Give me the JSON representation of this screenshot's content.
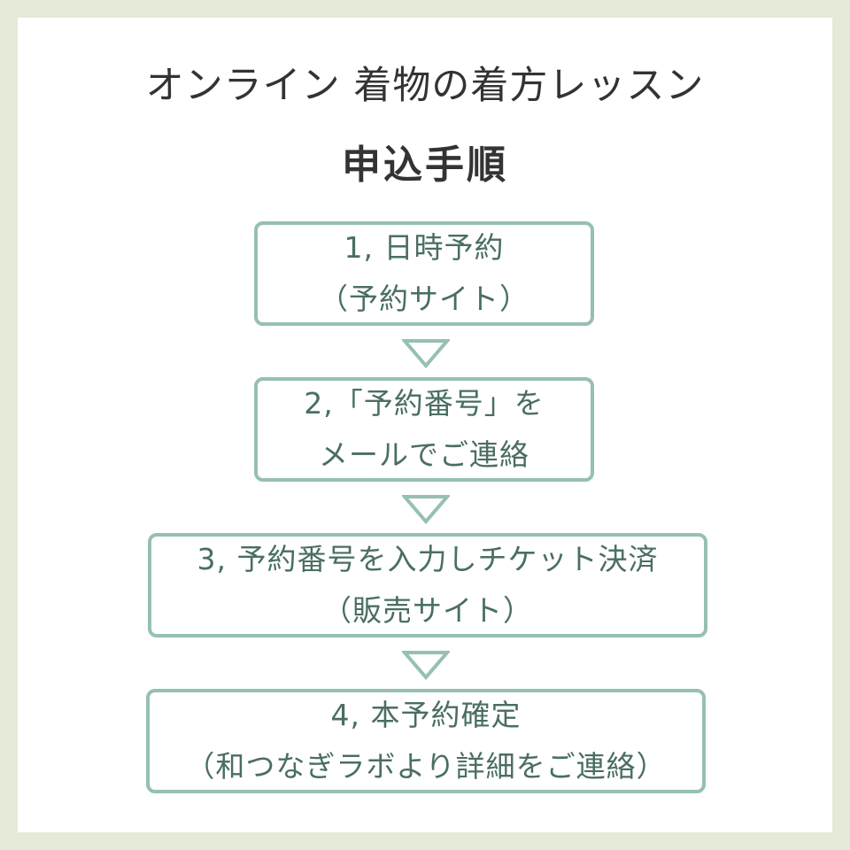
{
  "title": {
    "line1": "オンライン 着物の着方レッスン",
    "line2": "申込手順"
  },
  "steps": [
    {
      "line1": "1, 日時予約",
      "line2": "（予約サイト）"
    },
    {
      "line1": "2,「予約番号」を",
      "line2": "メールでご連絡"
    },
    {
      "line1": "3, 予約番号を入力しチケット決済",
      "line2": "（販売サイト）"
    },
    {
      "line1": "4, 本予約確定",
      "line2": "（和つなぎラボより詳細をご連絡）"
    }
  ],
  "colors": {
    "background": "#e4ecd9",
    "border": "#96c0b1",
    "text": "#4a6e62"
  }
}
